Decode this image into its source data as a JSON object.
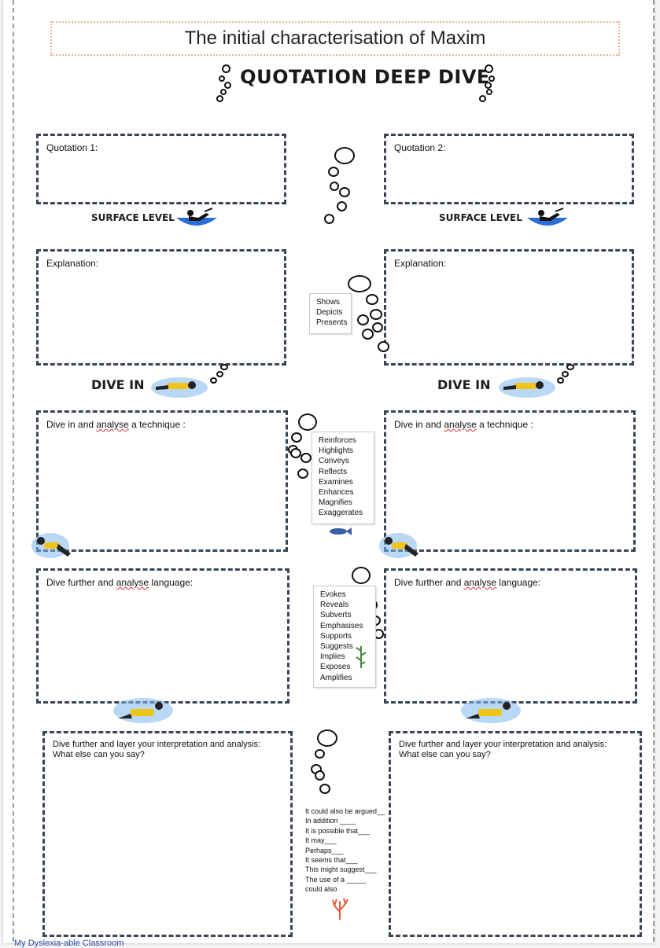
{
  "title": "The initial characterisation of Maxim",
  "heading": "QUOTATION DEEP DIVE",
  "levels": {
    "surface": "SURFACE LEVEL",
    "dive_in": "DIVE IN"
  },
  "boxes": {
    "quotation1": "Quotation 1:",
    "quotation2": "Quotation 2:",
    "explanation": "Explanation:",
    "technique_pre": "Dive in and ",
    "technique_word": "analyse",
    "technique_post": " a technique :",
    "language_pre": "Dive further and ",
    "language_word": "analyse",
    "language_post": " language:",
    "layer_line1": "Dive further and layer your interpretation and analysis:",
    "layer_line2": "What else can you say?"
  },
  "wordbanks": {
    "explanation": [
      "Shows",
      "Depicts",
      "Presents"
    ],
    "technique": [
      "Reinforces",
      "Highlights",
      "Conveys",
      "Reflects",
      "Examines",
      "Enhances",
      "Magnifies",
      "Exaggerates"
    ],
    "language": [
      "Evokes",
      "Reveals",
      "Subverts",
      "Emphasises",
      "Supports",
      "Suggests",
      "Implies",
      "Exposes",
      "Amplifies"
    ],
    "interpretation": [
      "It could also be argued__",
      "In addition ____",
      "It is possible that___",
      "It may___",
      "Perhaps___",
      "It seems that___",
      "This might suggest___",
      "The use of a _____ could also"
    ]
  },
  "footer": "My Dyslexia-able Classroom",
  "colors": {
    "box_border": "#3a4454",
    "title_border": "#e8b49a",
    "water": "#2a6fd6",
    "diver_suit": "#f0c419"
  }
}
